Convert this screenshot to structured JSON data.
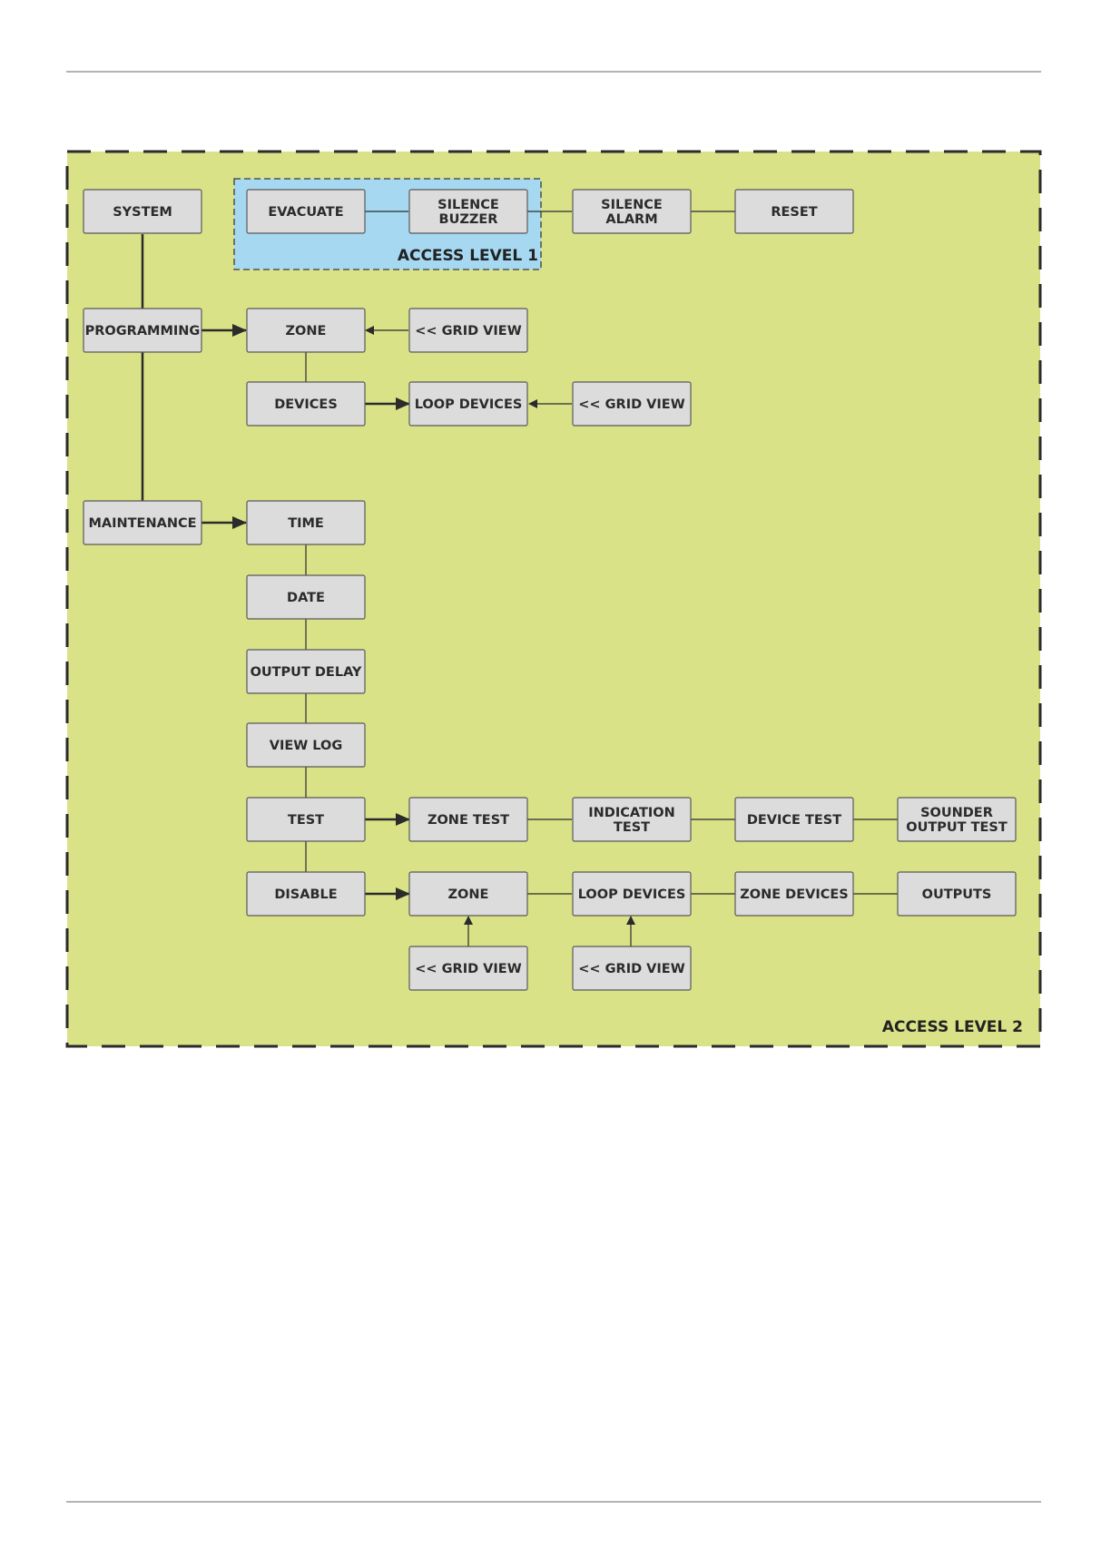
{
  "colors": {
    "level2_fill": "#d9e287",
    "level1_fill": "#a6d8f2",
    "box_fill": "#dcdcdc",
    "box_stroke": "#5a5a5a",
    "line": "#2b2b2b"
  },
  "zones": {
    "level1_label": "ACCESS LEVEL 1",
    "level2_label": "ACCESS LEVEL 2"
  },
  "nodes": {
    "system": [
      "SYSTEM"
    ],
    "evacuate": [
      "EVACUATE"
    ],
    "silence_buzzer": [
      "SILENCE",
      "BUZZER"
    ],
    "silence_alarm": [
      "SILENCE",
      "ALARM"
    ],
    "reset": [
      "RESET"
    ],
    "programming": [
      "PROGRAMMING"
    ],
    "prog_zone": [
      "ZONE"
    ],
    "prog_zone_grid": [
      "<< GRID VIEW"
    ],
    "devices": [
      "DEVICES"
    ],
    "loop_devices": [
      "LOOP DEVICES"
    ],
    "loop_devices_grid": [
      "<< GRID VIEW"
    ],
    "maintenance": [
      "MAINTENANCE"
    ],
    "time": [
      "TIME"
    ],
    "date": [
      "DATE"
    ],
    "output_delay": [
      "OUTPUT DELAY"
    ],
    "view_log": [
      "VIEW LOG"
    ],
    "test": [
      "TEST"
    ],
    "zone_test": [
      "ZONE TEST"
    ],
    "indication_test": [
      "INDICATION",
      "TEST"
    ],
    "device_test": [
      "DEVICE TEST"
    ],
    "sounder_output_test": [
      "SOUNDER",
      "OUTPUT TEST"
    ],
    "disable": [
      "DISABLE"
    ],
    "dis_zone": [
      "ZONE"
    ],
    "dis_loop_devices": [
      "LOOP DEVICES"
    ],
    "zone_devices": [
      "ZONE DEVICES"
    ],
    "outputs": [
      "OUTPUTS"
    ],
    "dis_zone_grid": [
      "<< GRID VIEW"
    ],
    "dis_loop_grid": [
      "<< GRID VIEW"
    ]
  }
}
